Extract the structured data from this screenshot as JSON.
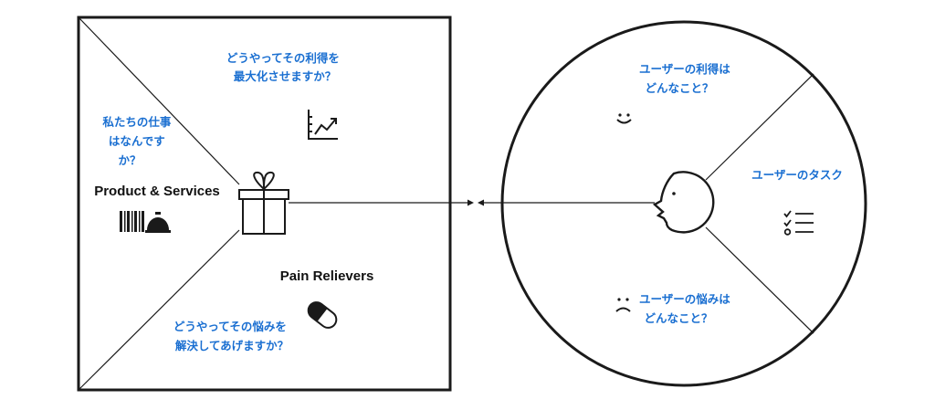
{
  "value_map": {
    "gain_creators_question": [
      "どうやってその利得を",
      "最大化させますか？"
    ],
    "products_question": [
      "私たちの仕事",
      "はなんです",
      "か？"
    ],
    "products_title": "Product & Services",
    "pain_relievers_title": "Pain Relievers",
    "pain_relievers_question": [
      "どうやってその悩みを",
      "解決してあげますか？"
    ]
  },
  "customer_profile": {
    "gains_question": [
      "ユーザーの利得は",
      "どんなこと？"
    ],
    "jobs_label": "ユーザーのタスク",
    "pains_question": [
      "ユーザーの悩みは",
      "どんなこと？"
    ]
  },
  "icons": [
    "gift-icon",
    "growth-chart-icon",
    "barcode-icon",
    "service-bell-icon",
    "pill-icon",
    "customer-face-icon",
    "smile-icon",
    "frown-icon",
    "checklist-icon"
  ],
  "colors": {
    "question_text": "#1a6fd1",
    "title_text": "#111111",
    "lines": "#1a1a1a"
  }
}
